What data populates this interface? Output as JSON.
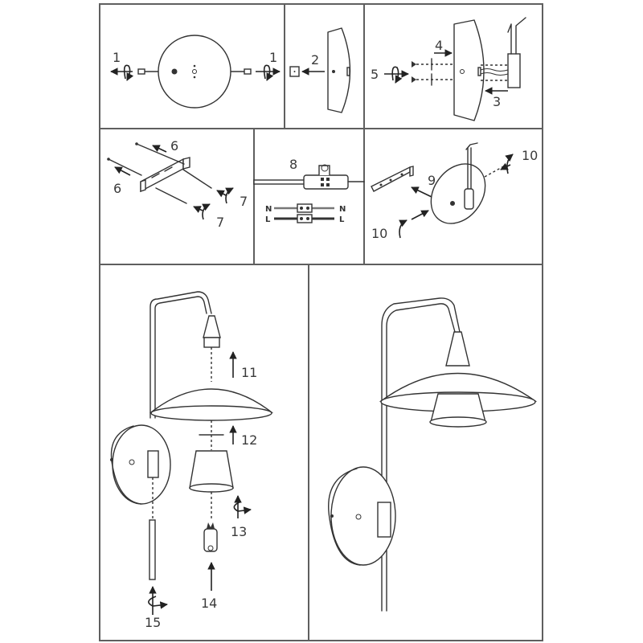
{
  "document": {
    "type": "assembly-instructions",
    "subject": "wall lamp installation"
  },
  "panels": [
    {
      "id": "panel-1",
      "step_labels": [
        "1",
        "1"
      ],
      "description": "remove screws from wall plate"
    },
    {
      "id": "panel-2",
      "step_labels": [
        "2"
      ],
      "description": "remove cap from wall plate"
    },
    {
      "id": "panel-3",
      "step_labels": [
        "3",
        "4",
        "5"
      ],
      "description": "feed wires and secure plate with screws"
    },
    {
      "id": "panel-4",
      "step_labels": [
        "6",
        "6",
        "7",
        "7"
      ],
      "description": "mount bracket to wall with anchors and screws"
    },
    {
      "id": "panel-5",
      "step_labels": [
        "8"
      ],
      "wire_labels": {
        "neutral": "N",
        "live": "L"
      },
      "description": "connect wires in terminal block"
    },
    {
      "id": "panel-6",
      "step_labels": [
        "9",
        "10",
        "10"
      ],
      "description": "attach wall plate to bracket with screws"
    },
    {
      "id": "panel-7",
      "step_labels": [
        "11",
        "12",
        "13",
        "14",
        "15"
      ],
      "description": "assemble shade, diffuser, bulb and rod"
    },
    {
      "id": "panel-8",
      "step_labels": [],
      "description": "fully assembled lamp"
    }
  ],
  "labels": {
    "s1a": "1",
    "s1b": "1",
    "s2": "2",
    "s3": "3",
    "s4": "4",
    "s5": "5",
    "s6a": "6",
    "s6b": "6",
    "s7a": "7",
    "s7b": "7",
    "s8": "8",
    "s9": "9",
    "s10a": "10",
    "s10b": "10",
    "s11": "11",
    "s12": "12",
    "s13": "13",
    "s14": "14",
    "s15": "15",
    "n_left": "N",
    "n_right": "N",
    "l_left": "L",
    "l_right": "L"
  }
}
